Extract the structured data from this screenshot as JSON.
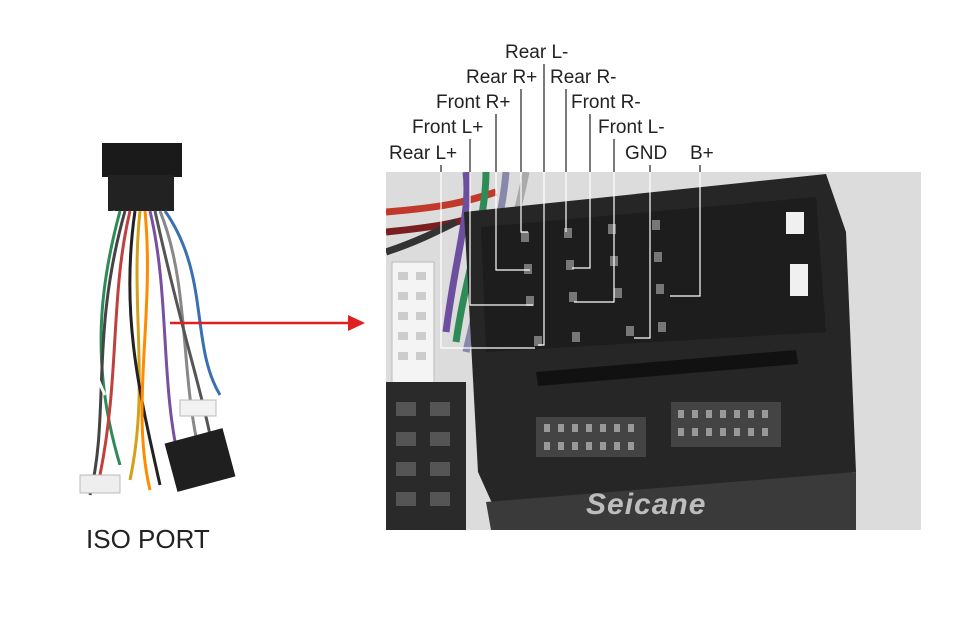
{
  "left_caption": "ISO PORT",
  "watermark": "Seicane",
  "pin_labels": {
    "rear_l_minus": "Rear L-",
    "rear_r_plus": "Rear R+",
    "rear_r_minus": "Rear R-",
    "front_r_plus": "Front R+",
    "front_r_minus": "Front R-",
    "front_l_plus": "Front L+",
    "front_l_minus": "Front L-",
    "rear_l_plus": "Rear L+",
    "gnd": "GND",
    "b_plus": "B+"
  },
  "colors": {
    "arrow": "#e02020",
    "connector_body": "#2b2b2b",
    "label_text": "#222222",
    "leader_line": "#ffffff"
  }
}
